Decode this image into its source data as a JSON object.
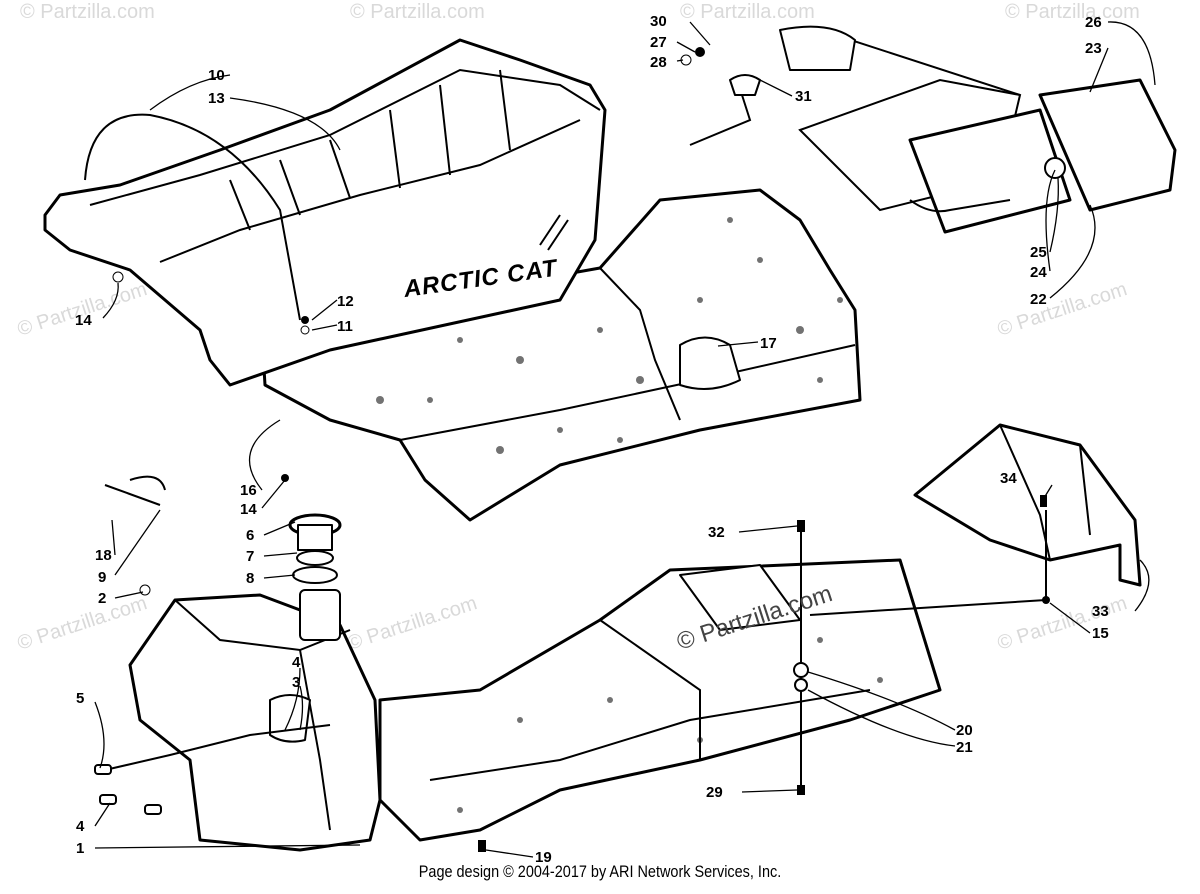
{
  "diagram": {
    "brand_logo": "ARCTIC CAT",
    "watermark": "© Partzilla.com",
    "footer": "Page design © 2004-2017 by ARI Network Services, Inc.",
    "callouts": {
      "c1": "1",
      "c2": "2",
      "c3": "3",
      "c4a": "4",
      "c4b": "4",
      "c5": "5",
      "c6": "6",
      "c7": "7",
      "c8": "8",
      "c9": "9",
      "c10": "10",
      "c11": "11",
      "c12": "12",
      "c13": "13",
      "c14a": "14",
      "c14b": "14",
      "c15": "15",
      "c16": "16",
      "c17": "17",
      "c18": "18",
      "c19": "19",
      "c20": "20",
      "c21": "21",
      "c22": "22",
      "c23": "23",
      "c24": "24",
      "c25": "25",
      "c26": "26",
      "c27": "27",
      "c28": "28",
      "c29": "29",
      "c30": "30",
      "c31": "31",
      "c32": "32",
      "c33": "33",
      "c34": "34"
    }
  }
}
